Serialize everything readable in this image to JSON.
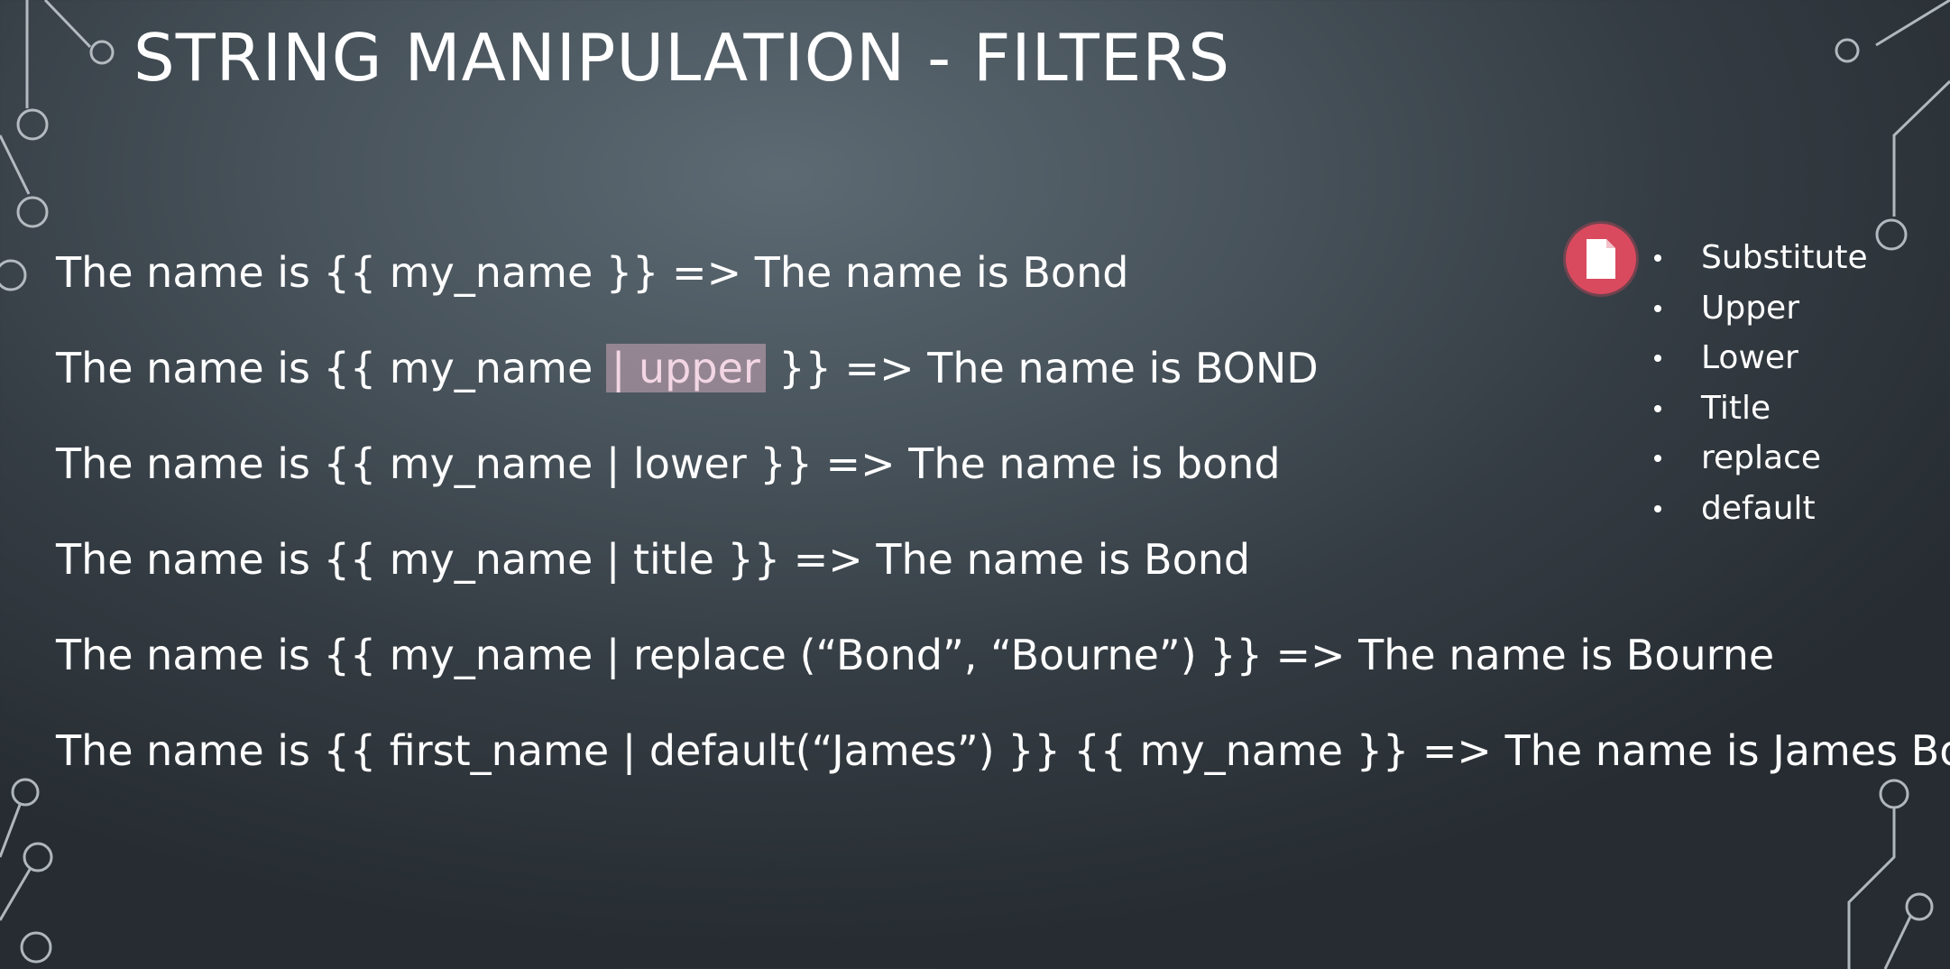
{
  "slide": {
    "title": "STRING MANIPULATION  - FILTERS",
    "lines": [
      {
        "pre": "The name is {{ my_name",
        "hl": "",
        "post": " }} => The name is Bond"
      },
      {
        "pre": "The name is {{ my_name ",
        "hl": "| upper",
        "post": " }} => The name is BOND"
      },
      {
        "pre": "The name is {{ my_name | lower }} => The name is bond",
        "hl": "",
        "post": ""
      },
      {
        "pre": "The name is {{ my_name | title }} => The name is Bond",
        "hl": "",
        "post": ""
      },
      {
        "pre": "The name is {{ my_name | replace (“Bond”, “Bourne”) }} => The name is Bourne",
        "hl": "",
        "post": ""
      },
      {
        "pre": "The name is {{ first_name | default(“James”) }} {{ my_name }} => The name is James Bond",
        "hl": "",
        "post": ""
      }
    ],
    "bullets": [
      "Substitute",
      "Upper",
      "Lower",
      "Title",
      "replace",
      "default"
    ],
    "icons": {
      "badge": "document-icon",
      "decoration": "circuit-lines"
    },
    "colors": {
      "background": "#48535b",
      "badge": "#d94a5f",
      "highlight": "#ceaaba"
    }
  }
}
